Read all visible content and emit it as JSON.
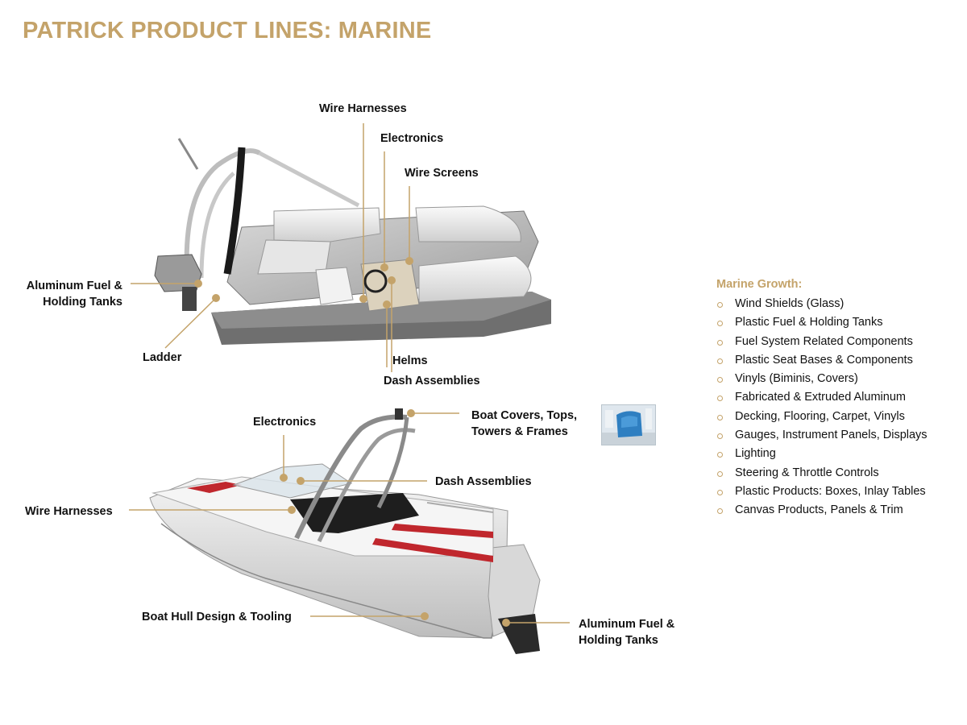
{
  "title": "PATRICK PRODUCT LINES: MARINE",
  "colors": {
    "accent": "#c4a36a",
    "text": "#111111"
  },
  "pontoon_labels": {
    "wire_harnesses": "Wire Harnesses",
    "electronics": "Electronics",
    "wire_screens": "Wire Screens",
    "fuel_line1": "Aluminum Fuel &",
    "fuel_line2": "Holding Tanks",
    "ladder": "Ladder",
    "helms": "Helms",
    "dash": "Dash Assemblies"
  },
  "speedboat_labels": {
    "electronics": "Electronics",
    "covers_line1": "Boat Covers, Tops,",
    "covers_line2": "Towers & Frames",
    "dash": "Dash Assemblies",
    "wire_harnesses": "Wire Harnesses",
    "hull": "Boat Hull Design & Tooling",
    "fuel_line1": "Aluminum Fuel &",
    "fuel_line2": "Holding Tanks"
  },
  "growth": {
    "title": "Marine Growth:",
    "items": [
      "Wind Shields (Glass)",
      "Plastic Fuel & Holding Tanks",
      "Fuel System Related Components",
      "Plastic Seat Bases & Components",
      "Vinyls (Biminis, Covers)",
      "Fabricated & Extruded Aluminum",
      "Decking, Flooring, Carpet, Vinyls",
      "Gauges, Instrument Panels, Displays",
      "Lighting",
      "Steering & Throttle Controls",
      "Plastic Products: Boxes, Inlay Tables",
      "Canvas Products, Panels & Trim"
    ]
  }
}
